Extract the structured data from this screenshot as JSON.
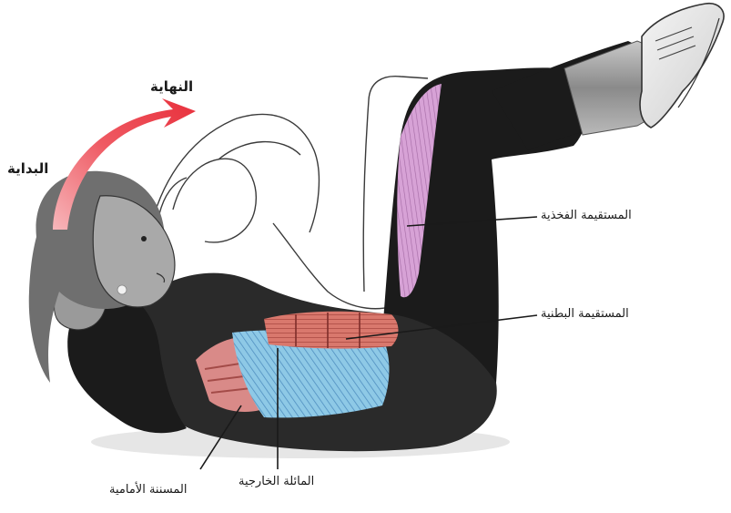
{
  "phases": {
    "end": "النهاية",
    "start": "البداية"
  },
  "muscles": {
    "rectus_femoris": "المستقيمة الفخذية",
    "rectus_abdominis": "المستقيمة البطنية",
    "serratus_anterior": "المسننة الأمامية",
    "external_oblique": "المائلة الخارجية"
  },
  "colors": {
    "arrow": "#e8303c",
    "clothing": "#1b1b1b",
    "skin": "#8f8f8f",
    "oblique": "#8ec9e6",
    "abdominis": "#d9786d",
    "thigh_muscle": "#d7a2d6"
  }
}
